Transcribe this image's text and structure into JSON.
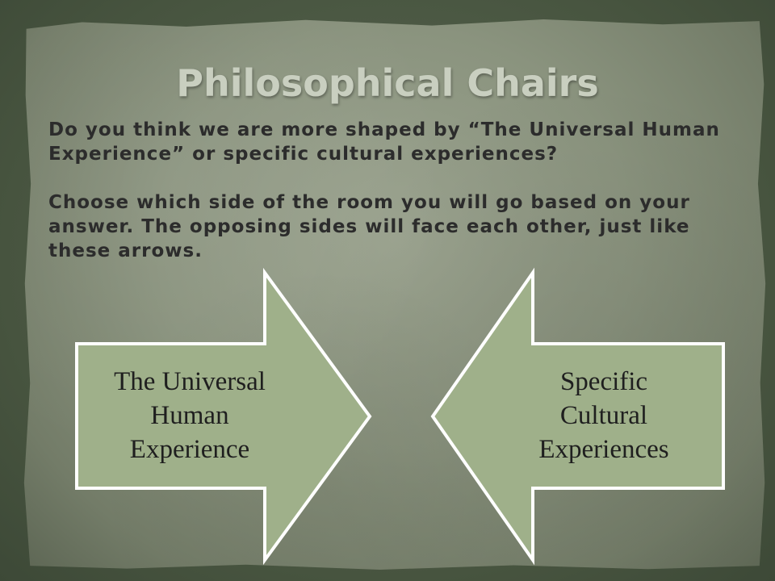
{
  "title": "Philosophical Chairs",
  "question": "Do you think we are more shaped by “The Universal Human Experience” or specific cultural experiences?",
  "instructions": "Choose which side of the room you will go based on your answer. The opposing sides will face each other, just like these arrows.",
  "arrows": {
    "left": {
      "lines": [
        "The Universal",
        "Human",
        "Experience"
      ],
      "fill": "#9fb08a",
      "stroke": "#ffffff"
    },
    "right": {
      "lines": [
        "Specific",
        "Cultural",
        "Experiences"
      ],
      "fill": "#9fb08a",
      "stroke": "#ffffff"
    }
  }
}
